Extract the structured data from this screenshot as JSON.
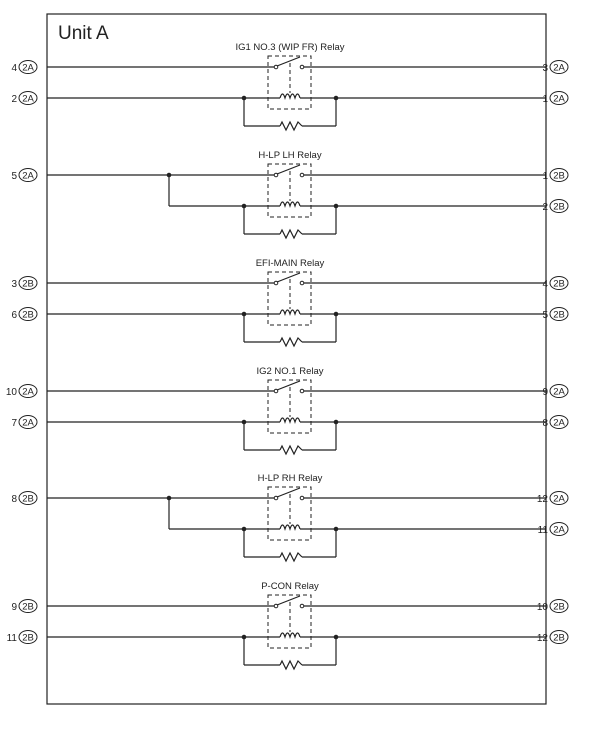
{
  "unit": {
    "title": "Unit A"
  },
  "relays": [
    {
      "name": "IG1 NO.3 (WIP FR) Relay",
      "branch_left": false,
      "branch_right": false,
      "left_pins": [
        {
          "num": "4",
          "conn": "2A"
        },
        {
          "num": "2",
          "conn": "2A"
        }
      ],
      "right_pins": [
        {
          "num": "3",
          "conn": "2A"
        },
        {
          "num": "1",
          "conn": "2A"
        }
      ]
    },
    {
      "name": "H-LP LH Relay",
      "branch_left": true,
      "branch_right": false,
      "left_pins": [
        {
          "num": "5",
          "conn": "2A"
        }
      ],
      "right_pins": [
        {
          "num": "1",
          "conn": "2B"
        },
        {
          "num": "2",
          "conn": "2B"
        }
      ]
    },
    {
      "name": "EFI-MAIN Relay",
      "branch_left": false,
      "branch_right": false,
      "left_pins": [
        {
          "num": "3",
          "conn": "2B"
        },
        {
          "num": "6",
          "conn": "2B"
        }
      ],
      "right_pins": [
        {
          "num": "4",
          "conn": "2B"
        },
        {
          "num": "5",
          "conn": "2B"
        }
      ]
    },
    {
      "name": "IG2 NO.1 Relay",
      "branch_left": false,
      "branch_right": false,
      "left_pins": [
        {
          "num": "10",
          "conn": "2A"
        },
        {
          "num": "7",
          "conn": "2A"
        }
      ],
      "right_pins": [
        {
          "num": "9",
          "conn": "2A"
        },
        {
          "num": "8",
          "conn": "2A"
        }
      ]
    },
    {
      "name": "H-LP RH Relay",
      "branch_left": true,
      "branch_right": false,
      "left_pins": [
        {
          "num": "8",
          "conn": "2B"
        }
      ],
      "right_pins": [
        {
          "num": "12",
          "conn": "2A"
        },
        {
          "num": "11",
          "conn": "2A"
        }
      ]
    },
    {
      "name": "P-CON Relay",
      "branch_left": false,
      "branch_right": false,
      "left_pins": [
        {
          "num": "9",
          "conn": "2B"
        },
        {
          "num": "11",
          "conn": "2B"
        }
      ],
      "right_pins": [
        {
          "num": "10",
          "conn": "2B"
        },
        {
          "num": "12",
          "conn": "2B"
        }
      ]
    }
  ]
}
